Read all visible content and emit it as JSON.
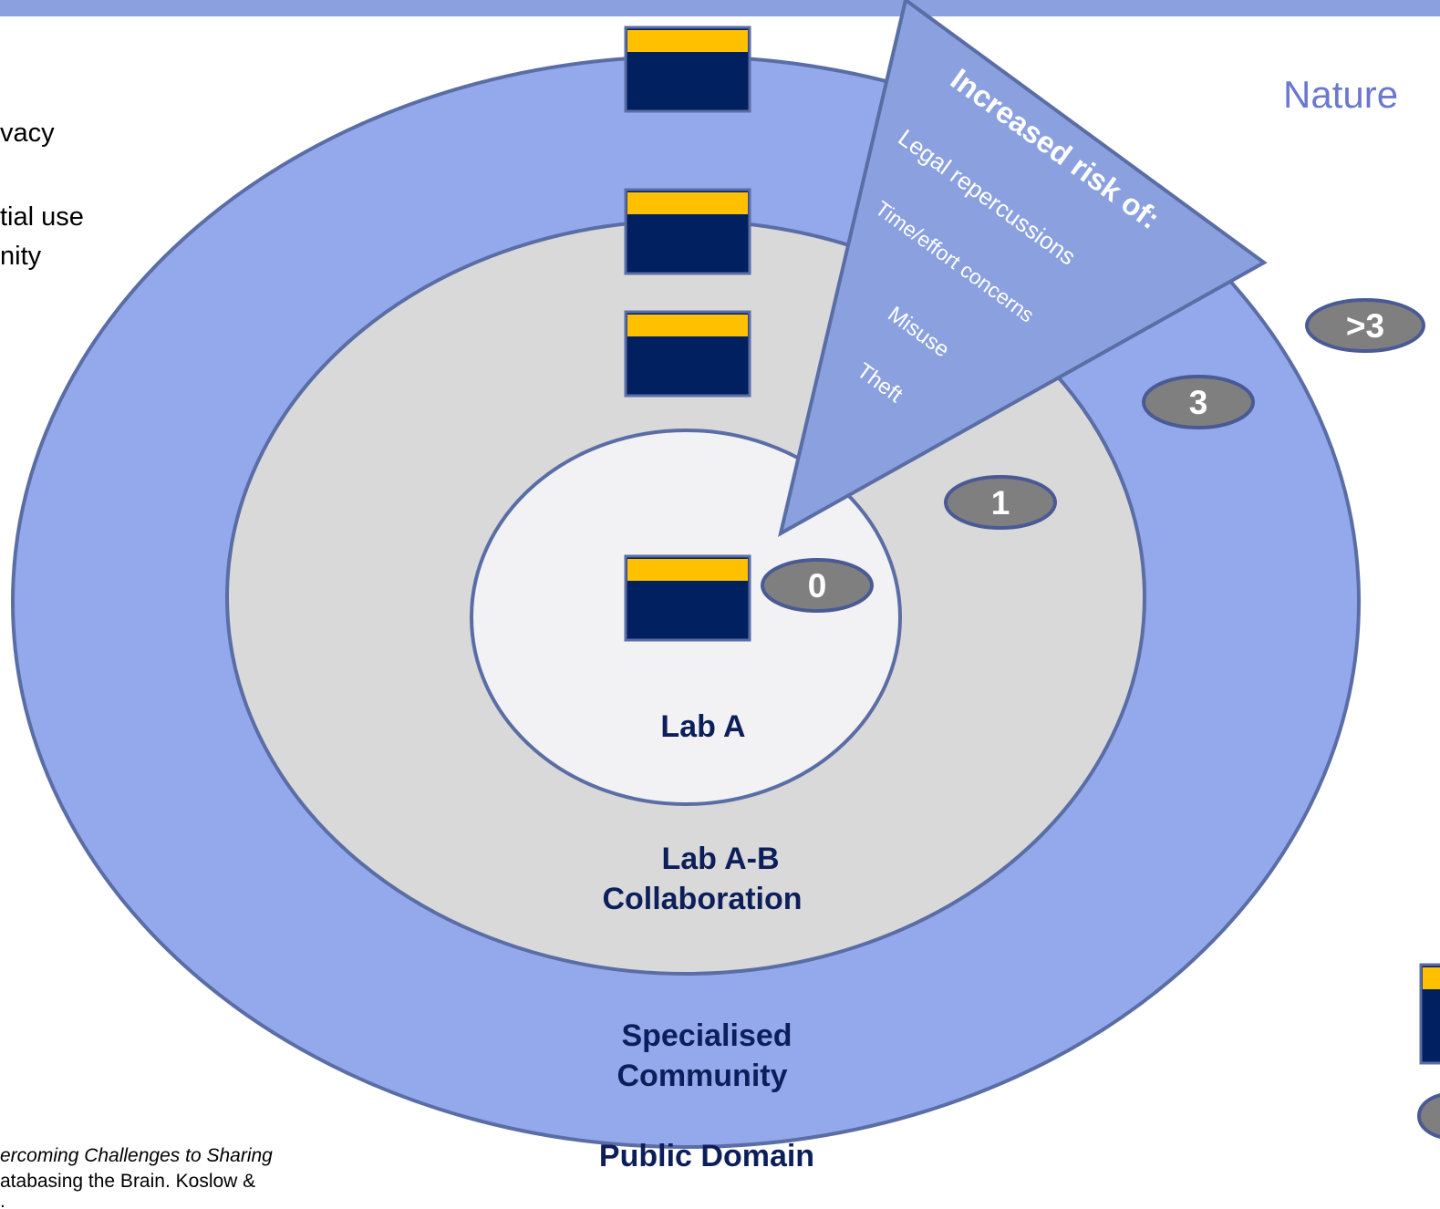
{
  "left_text": {
    "line1": "vacy",
    "line2": "tial use",
    "line3": "nity"
  },
  "citation": {
    "line1": "ercoming Challenges to Sharing",
    "line2": "atabasing the Brain. Koslow &",
    "line3": "."
  },
  "heading": "Nature",
  "rings": {
    "inner": "Lab A",
    "middle_line1": "Lab A-B",
    "middle_line2": "Collaboration",
    "outer_line1": "Specialised",
    "outer_line2": "Community",
    "public": "Public Domain"
  },
  "wedge": {
    "title": "Increased risk of:",
    "items": [
      "Legal repercussions",
      "Time/effort concerns",
      "Misuse",
      "Theft"
    ]
  },
  "badges": [
    "0",
    "1",
    "3",
    ">3"
  ],
  "colors": {
    "header_bar": "#8aa0df",
    "outer_ring": "#94a8ec",
    "middle_ring": "#d9d9d9",
    "inner_ring": "#f2f2f4",
    "ring_stroke": "#5a6da5",
    "wedge": "#8aa0df",
    "badge_fill": "#7f7f7f",
    "badge_stroke": "#4a5a94",
    "block_top": "#ffc000",
    "block_bottom": "#002060",
    "label_text": "#0d1f5b",
    "heading_text": "#6b78cf"
  },
  "icons": [
    "dataset-block-icon"
  ]
}
